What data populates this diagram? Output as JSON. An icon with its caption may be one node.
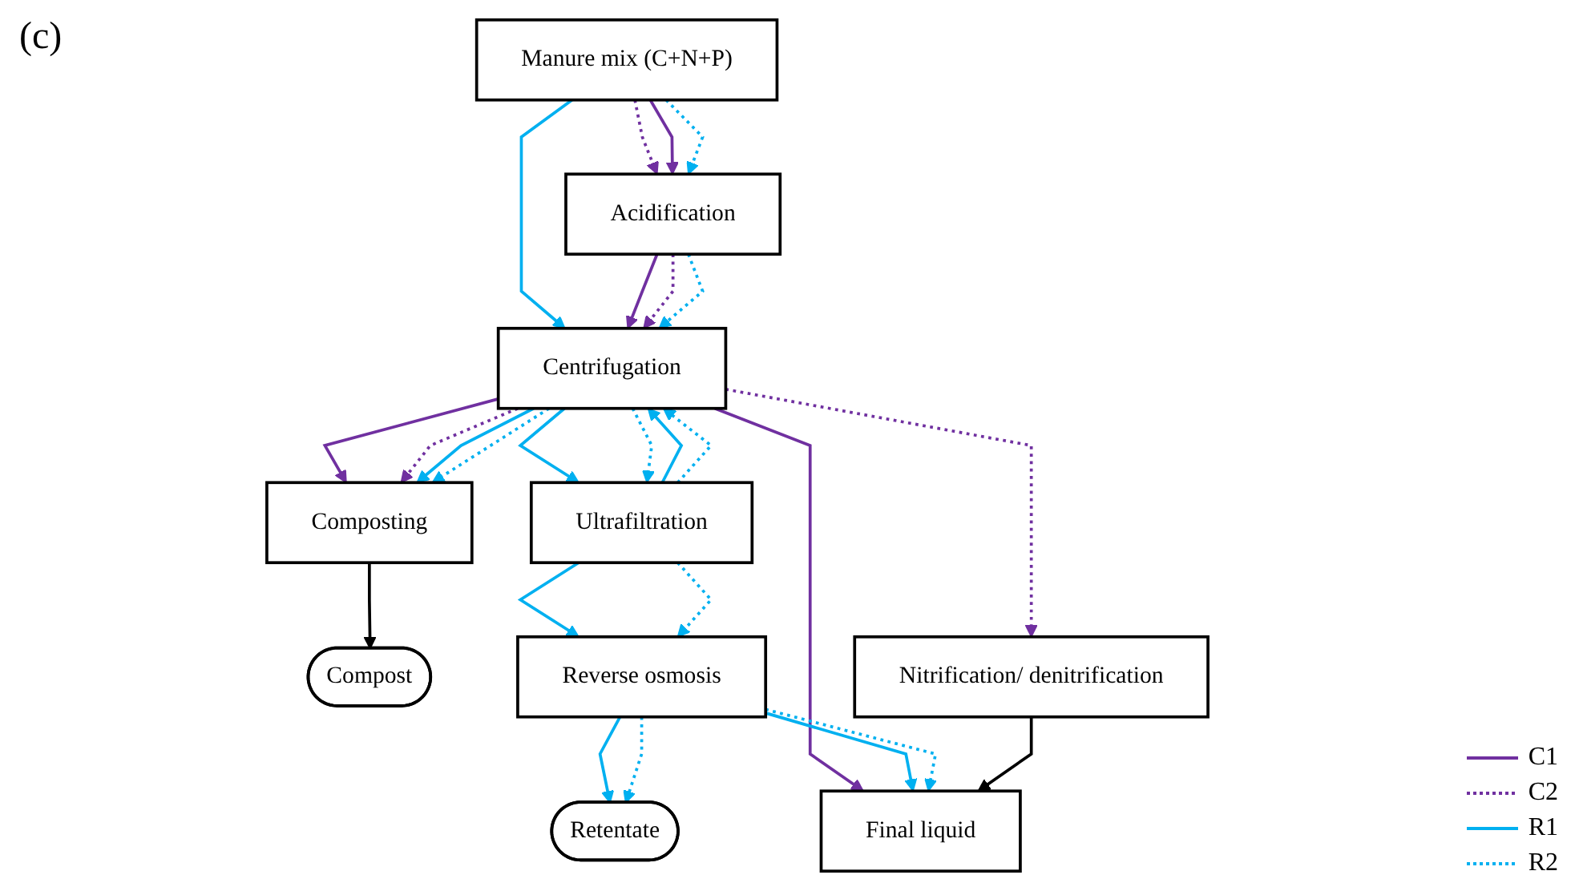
{
  "diagram": {
    "nodes": [
      {
        "text": [
          "Manure mix (C+N+P)"
        ]
      },
      {
        "text": [
          "Acidification"
        ]
      },
      {
        "text": [
          "Centrifugation"
        ]
      },
      {
        "text": [
          "Composting"
        ]
      },
      {
        "text": [
          "Compost"
        ]
      },
      {
        "text": [
          "Ultrafiltration"
        ]
      },
      {
        "text": [
          "Reverse osmosis"
        ]
      },
      {
        "text": [
          "Retentate"
        ]
      },
      {
        "text": [
          "Nitrification/ denitrification"
        ]
      },
      {
        "text": [
          "Final liquid"
        ]
      }
    ],
    "edges": [
      {
        "from": 0,
        "to": 1,
        "arrow": "to",
        "style": "dashed",
        "color": "#7030a0"
      },
      {
        "from": 0,
        "to": 1,
        "arrow": "to",
        "color": "#7030a0"
      },
      {
        "from": 0,
        "to": 1,
        "arrow": "to",
        "style": "dashed",
        "color": "#00b0f0"
      },
      {
        "from": 0,
        "to": 2,
        "arrow": "to",
        "color": "#00b0f0"
      },
      {
        "from": 1,
        "to": 2,
        "arrow": "to",
        "color": "#7030a0"
      },
      {
        "from": 1,
        "to": 2,
        "arrow": "to",
        "style": "dashed",
        "color": "#7030a0"
      },
      {
        "from": 1,
        "to": 2,
        "arrow": "to",
        "style": "dashed",
        "color": "#00b0f0"
      },
      {
        "from": 2,
        "to": 3,
        "arrow": "to",
        "color": "#7030a0"
      },
      {
        "from": 2,
        "to": 3,
        "arrow": "to",
        "style": "dashed",
        "color": "#7030a0"
      },
      {
        "from": 2,
        "to": 3,
        "arrow": "to",
        "color": "#00b0f0"
      },
      {
        "from": 2,
        "to": 3,
        "arrow": "to",
        "style": "dashed",
        "color": "#00b0f0"
      },
      {
        "from": 3,
        "to": 4,
        "arrow": "to",
        "color": "#000000"
      },
      {
        "from": 2,
        "to": 5,
        "arrow": "to",
        "color": "#00b0f0"
      },
      {
        "from": 2,
        "to": 5,
        "arrow": "to",
        "style": "dashed",
        "color": "#00b0f0"
      },
      {
        "from": 5,
        "to": 2,
        "arrow": "to",
        "color": "#00b0f0"
      },
      {
        "from": 5,
        "to": 2,
        "arrow": "to",
        "style": "dashed",
        "color": "#00b0f0"
      },
      {
        "from": 2,
        "to": 8,
        "arrow": "to",
        "style": "dashed",
        "color": "#7030a0"
      },
      {
        "from": 2,
        "to": 9,
        "arrow": "to",
        "color": "#7030a0"
      },
      {
        "from": 5,
        "to": 6,
        "arrow": "to",
        "color": "#00b0f0"
      },
      {
        "from": 5,
        "to": 6,
        "arrow": "to",
        "style": "dashed",
        "color": "#00b0f0"
      },
      {
        "from": 6,
        "to": 7,
        "arrow": "to",
        "color": "#00b0f0"
      },
      {
        "from": 6,
        "to": 7,
        "arrow": "to",
        "style": "dashed",
        "color": "#00b0f0"
      },
      {
        "from": 6,
        "to": 9,
        "arrow": "to",
        "color": "#00b0f0"
      },
      {
        "from": 6,
        "to": 9,
        "arrow": "to",
        "style": "dashed",
        "color": "#00b0f0"
      },
      {
        "from": 8,
        "to": 9,
        "arrow": "to",
        "color": "#000000"
      }
    ],
    "labels": [
      "(c)"
    ],
    "legend": [
      {
        "text": "C1"
      },
      {
        "text": "C2"
      },
      {
        "text": "R1"
      },
      {
        "text": "R2"
      }
    ]
  }
}
